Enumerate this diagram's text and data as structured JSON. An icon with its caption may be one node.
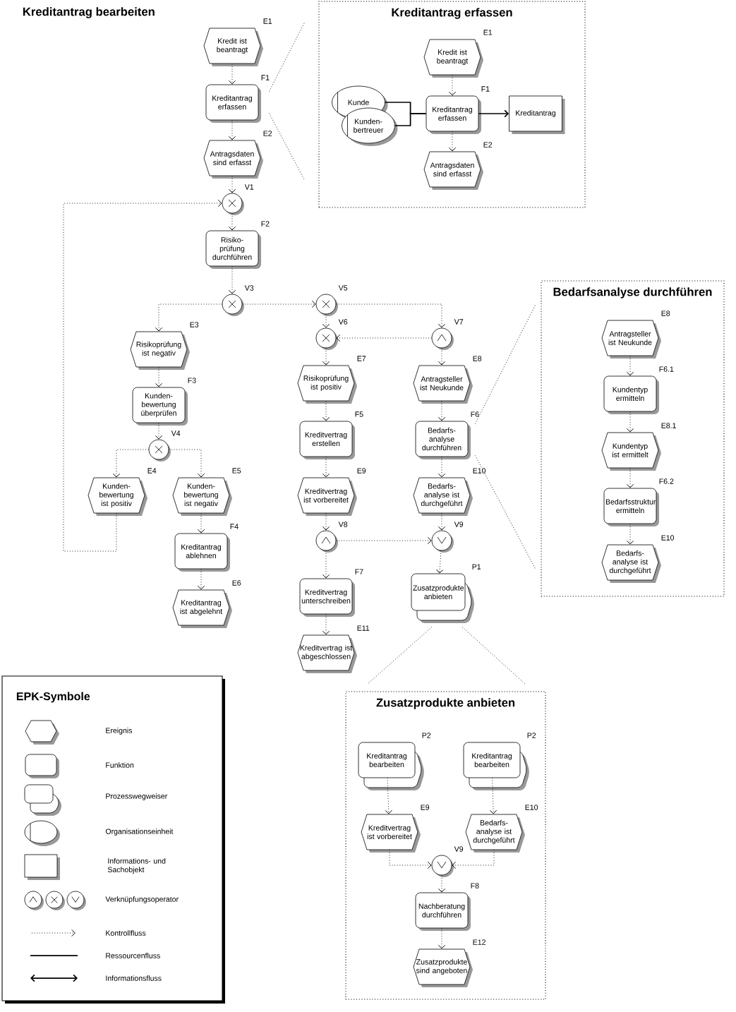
{
  "diagram": {
    "title": "Kreditantrag bearbeiten",
    "nodes": [
      {
        "text": [
          "Kredit ist beantragt"
        ],
        "beside": [
          "E1"
        ]
      },
      {
        "text": [
          "Kreditantrag erfassen"
        ],
        "beside": [
          "F1"
        ]
      },
      {
        "text": [
          "Antragsdaten sind erfasst"
        ],
        "beside": [
          "E2"
        ]
      },
      {
        "text": [],
        "shape": "circle",
        "beside": [
          "V1"
        ]
      },
      {
        "text": [
          "Risiko- prüfung durchführen"
        ],
        "beside": [
          "F2"
        ]
      },
      {
        "text": [],
        "shape": "circle",
        "beside": [
          "V3"
        ]
      },
      {
        "text": [
          "Risikoprüfung ist negativ"
        ],
        "beside": [
          "E3"
        ]
      },
      {
        "text": [
          "Kunden- bewertung überprüfen"
        ],
        "beside": [
          "F3"
        ]
      },
      {
        "text": [],
        "shape": "circle",
        "beside": [
          "V4"
        ]
      },
      {
        "text": [
          "Kunden- bewertung ist positiv"
        ],
        "beside": [
          "E4"
        ]
      },
      {
        "text": [
          "Kunden- bewertung ist negativ"
        ],
        "beside": [
          "E5"
        ]
      },
      {
        "text": [
          "Kreditantrag ablehnen"
        ],
        "beside": [
          "F4"
        ]
      },
      {
        "text": [
          "Kreditantrag ist abgelehnt"
        ],
        "beside": [
          "E6"
        ]
      },
      {
        "text": [],
        "shape": "circle",
        "beside": [
          "V5"
        ]
      },
      {
        "text": [],
        "shape": "circle",
        "beside": [
          "V6"
        ]
      },
      {
        "text": [],
        "shape": "circle",
        "beside": [
          "V7"
        ]
      },
      {
        "text": [
          "Risikoprüfung ist positiv"
        ],
        "beside": [
          "E7"
        ]
      },
      {
        "text": [
          "Antragsteller ist Neukunde"
        ],
        "beside": [
          "E8"
        ]
      },
      {
        "text": [
          "Kreditvertrag erstellen"
        ],
        "beside": [
          "F5"
        ]
      },
      {
        "text": [
          "Bedarfs- analyse durchführen"
        ],
        "beside": [
          "F6"
        ]
      },
      {
        "text": [
          "Kreditvertrag ist vorbereitet"
        ],
        "beside": [
          "E9"
        ]
      },
      {
        "text": [
          "Bedarfs- analyse ist durchgeführt"
        ],
        "beside": [
          "E10"
        ]
      },
      {
        "text": [],
        "shape": "circle",
        "beside": [
          "V8"
        ]
      },
      {
        "text": [],
        "shape": "circle",
        "beside": [
          "V9"
        ]
      },
      {
        "text": [
          "Kreditvertrag unterschreiben"
        ],
        "beside": [
          "F7"
        ]
      },
      {
        "text": [
          "Zusatzprodukte anbieten"
        ],
        "beside": [
          "P1"
        ]
      },
      {
        "text": [
          "Kreditvertrag ist abgeschlossen"
        ],
        "beside": [
          "E11"
        ]
      },
      {
        "text": [
          "Kreditantrag erfassen"
        ]
      },
      {
        "text": [
          "Kredit ist beantragt"
        ],
        "beside": [
          "E1"
        ],
        "in": 27
      },
      {
        "text": [
          "Kunde"
        ],
        "in": 27
      },
      {
        "text": [
          "Kunden- bertreuer"
        ],
        "in": 27
      },
      {
        "text": [
          "Kreditantrag erfassen"
        ],
        "beside": [
          "F1"
        ],
        "in": 27
      },
      {
        "text": [
          "Kreditantrag"
        ],
        "in": 27
      },
      {
        "text": [
          "Antragsdaten sind erfasst"
        ],
        "beside": [
          "E2"
        ],
        "in": 27
      },
      {
        "text": [
          "Bedarfsanalyse durchführen"
        ]
      },
      {
        "text": [
          "Antragsteller ist Neukunde"
        ],
        "beside": [
          "E8"
        ],
        "in": 34
      },
      {
        "text": [
          "Kundentyp ermitteln"
        ],
        "beside": [
          "F6.1"
        ],
        "in": 34
      },
      {
        "text": [
          "Kundentyp ist ermittelt"
        ],
        "beside": [
          "E8.1"
        ],
        "in": 34
      },
      {
        "text": [
          "Bedarfsstruktur ermitteln"
        ],
        "beside": [
          "F6.2"
        ],
        "in": 34
      },
      {
        "text": [
          "Bedarfs- analyse ist durchgeführt"
        ],
        "beside": [
          "E10"
        ],
        "in": 34
      },
      {
        "text": [
          "Zusatzprodukte anbieten"
        ]
      },
      {
        "text": [
          "Kreditantrag bearbeiten"
        ],
        "beside": [
          "P2"
        ],
        "in": 40
      },
      {
        "text": [
          "Kreditantrag bearbeiten"
        ],
        "beside": [
          "P2"
        ],
        "in": 40
      },
      {
        "text": [
          "Kreditvertrag ist vorbereitet"
        ],
        "beside": [
          "E9"
        ],
        "in": 40
      },
      {
        "text": [
          "Bedarfs- analyse ist durchgeführt"
        ],
        "beside": [
          "E10"
        ],
        "in": 40
      },
      {
        "text": [],
        "shape": "circle",
        "beside": [
          "V9"
        ],
        "in": 40
      },
      {
        "text": [
          "Nachberatung durchführen"
        ],
        "beside": [
          "F8"
        ],
        "in": 40
      },
      {
        "text": [
          "Zusatzprodukte sind angeboten"
        ],
        "beside": [
          "E12"
        ],
        "in": 40
      }
    ],
    "edges": [
      {
        "from": 0,
        "to": 1,
        "arrow": "to",
        "style": "dashed"
      },
      {
        "from": 1,
        "to": 2,
        "arrow": "to",
        "style": "dashed"
      },
      {
        "from": 2,
        "to": 3,
        "arrow": "to",
        "style": "dashed"
      },
      {
        "from": 3,
        "to": 4,
        "arrow": "to",
        "style": "dashed"
      },
      {
        "from": 4,
        "to": 5,
        "arrow": "to",
        "style": "dashed"
      },
      {
        "from": 5,
        "to": 6,
        "arrow": "to",
        "style": "dashed"
      },
      {
        "from": 5,
        "to": 13,
        "arrow": "to",
        "style": "dashed"
      },
      {
        "from": 6,
        "to": 7,
        "arrow": "to",
        "style": "dashed"
      },
      {
        "from": 7,
        "to": 8,
        "arrow": "to",
        "style": "dashed"
      },
      {
        "from": 8,
        "to": 9,
        "arrow": "to",
        "style": "dashed"
      },
      {
        "from": 8,
        "to": 10,
        "arrow": "to",
        "style": "dashed"
      },
      {
        "from": 9,
        "to": 3,
        "arrow": "to",
        "style": "dashed"
      },
      {
        "from": 10,
        "to": 11,
        "arrow": "to",
        "style": "dashed"
      },
      {
        "from": 11,
        "to": 12,
        "arrow": "to",
        "style": "dashed"
      },
      {
        "from": 13,
        "to": 14,
        "arrow": "to",
        "style": "dashed"
      },
      {
        "from": 13,
        "to": 15,
        "arrow": "to",
        "style": "dashed"
      },
      {
        "from": 15,
        "to": 14,
        "arrow": "to",
        "style": "dashed"
      },
      {
        "from": 14,
        "to": 16,
        "arrow": "to",
        "style": "dashed"
      },
      {
        "from": 15,
        "to": 17,
        "arrow": "to",
        "style": "dashed"
      },
      {
        "from": 16,
        "to": 18,
        "arrow": "to",
        "style": "dashed"
      },
      {
        "from": 17,
        "to": 19,
        "arrow": "to",
        "style": "dashed"
      },
      {
        "from": 18,
        "to": 20,
        "arrow": "to",
        "style": "dashed"
      },
      {
        "from": 19,
        "to": 21,
        "arrow": "to",
        "style": "dashed"
      },
      {
        "from": 20,
        "to": 22,
        "arrow": "to",
        "style": "dashed"
      },
      {
        "from": 21,
        "to": 23,
        "arrow": "to",
        "style": "dashed"
      },
      {
        "from": 22,
        "to": 23,
        "arrow": "to",
        "style": "dashed"
      },
      {
        "from": 22,
        "to": 24,
        "arrow": "to",
        "style": "dashed"
      },
      {
        "from": 23,
        "to": 25,
        "arrow": "to",
        "style": "dashed"
      },
      {
        "from": 24,
        "to": 26,
        "arrow": "to",
        "style": "dashed"
      },
      {
        "from": 28,
        "to": 31,
        "arrow": "to",
        "style": "dashed"
      },
      {
        "from": 29,
        "to": 31,
        "arrow": "none"
      },
      {
        "from": 30,
        "to": 31,
        "arrow": "none"
      },
      {
        "from": 31,
        "to": 32,
        "arrow": "to"
      },
      {
        "from": 31,
        "to": 33,
        "arrow": "to",
        "style": "dashed"
      },
      {
        "from": 35,
        "to": 36,
        "arrow": "to",
        "style": "dashed"
      },
      {
        "from": 36,
        "to": 37,
        "arrow": "to",
        "style": "dashed"
      },
      {
        "from": 37,
        "to": 38,
        "arrow": "to",
        "style": "dashed"
      },
      {
        "from": 38,
        "to": 39,
        "arrow": "to",
        "style": "dashed"
      },
      {
        "from": 41,
        "to": 43,
        "arrow": "to",
        "style": "dashed"
      },
      {
        "from": 42,
        "to": 44,
        "arrow": "to",
        "style": "dashed"
      },
      {
        "from": 43,
        "to": 45,
        "arrow": "to",
        "style": "dashed"
      },
      {
        "from": 44,
        "to": 45,
        "arrow": "to",
        "style": "dashed"
      },
      {
        "from": 45,
        "to": 46,
        "arrow": "to",
        "style": "dashed"
      },
      {
        "from": 46,
        "to": 47,
        "arrow": "to",
        "style": "dashed"
      },
      {
        "from": 1,
        "to": 27,
        "arrow": "none",
        "style": "dashed"
      },
      {
        "from": 1,
        "to": 27,
        "arrow": "none",
        "style": "dashed"
      },
      {
        "from": 19,
        "to": 34,
        "arrow": "none",
        "style": "dashed"
      },
      {
        "from": 19,
        "to": 34,
        "arrow": "none",
        "style": "dashed"
      },
      {
        "from": 25,
        "to": 40,
        "arrow": "none",
        "style": "dashed"
      },
      {
        "from": 25,
        "to": 40,
        "arrow": "none",
        "style": "dashed"
      }
    ],
    "labels": [
      "EPK-Symbole"
    ],
    "legend": [
      {
        "text": "Ereignis"
      },
      {
        "text": "Funktion"
      },
      {
        "text": "Prozesswegweiser"
      },
      {
        "text": "Organisationseinheit"
      },
      {
        "text": "Informations- und Sachobjekt"
      },
      {
        "text": "Verknüpfungsoperator"
      },
      {
        "text": "Kontrollfluss"
      },
      {
        "text": "Ressourcenfluss"
      },
      {
        "text": "Informationsfluss"
      }
    ]
  }
}
